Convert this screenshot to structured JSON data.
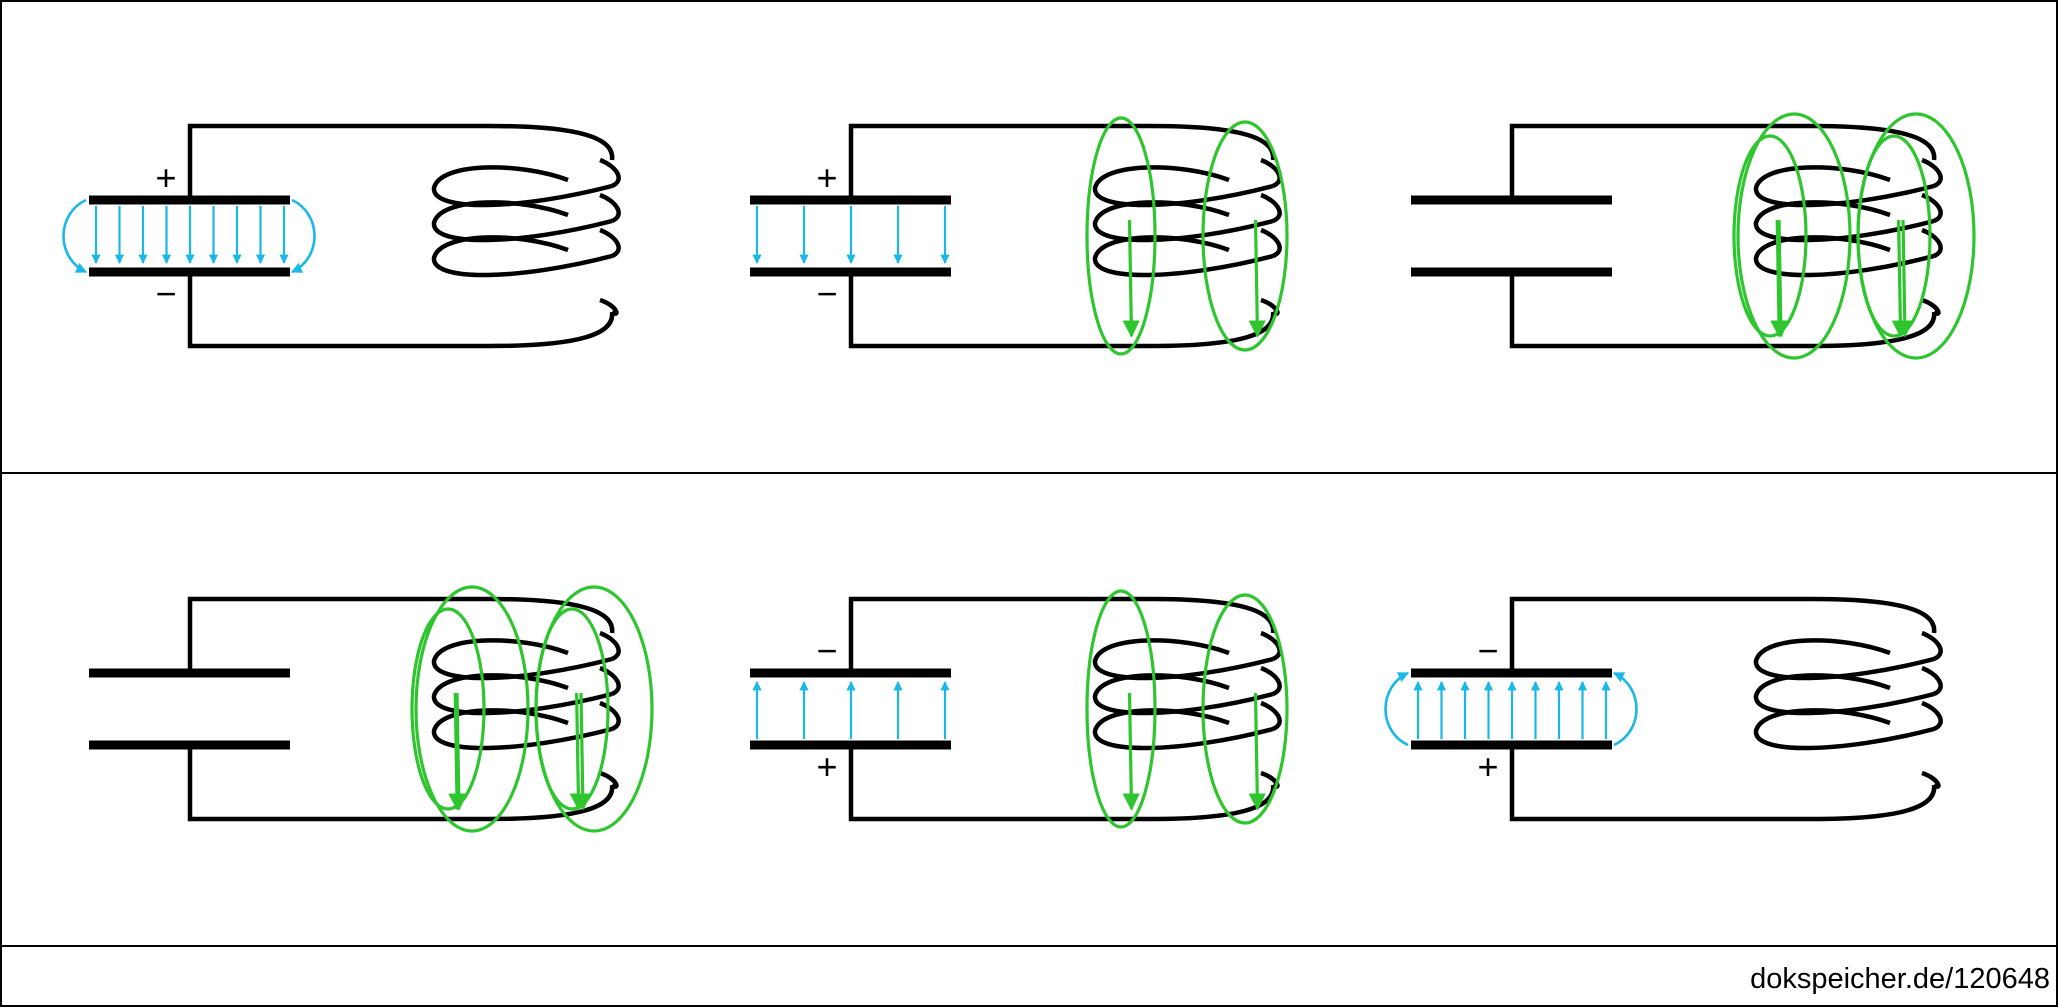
{
  "credit": "dokspeicher.de/120648",
  "colors": {
    "electric_field": "#1ab8e6",
    "magnetic_field": "#2ec52e",
    "circuit": "#000000"
  },
  "signs": {
    "plus": "+",
    "minus": "−"
  },
  "stages": [
    {
      "stage": 1,
      "top_plate": "+",
      "bottom_plate": "−",
      "electric_field": "down",
      "field_strength": "max",
      "magnetic_field": "none"
    },
    {
      "stage": 2,
      "top_plate": "+",
      "bottom_plate": "−",
      "electric_field": "down",
      "field_strength": "medium",
      "magnetic_field": "medium",
      "magnetic_direction": "down"
    },
    {
      "stage": 3,
      "top_plate": "",
      "bottom_plate": "",
      "electric_field": "none",
      "field_strength": "none",
      "magnetic_field": "max",
      "magnetic_direction": "down"
    },
    {
      "stage": 4,
      "top_plate": "",
      "bottom_plate": "",
      "electric_field": "none",
      "field_strength": "none",
      "magnetic_field": "max",
      "magnetic_direction": "down"
    },
    {
      "stage": 5,
      "top_plate": "−",
      "bottom_plate": "+",
      "electric_field": "up",
      "field_strength": "medium",
      "magnetic_field": "medium",
      "magnetic_direction": "down"
    },
    {
      "stage": 6,
      "top_plate": "−",
      "bottom_plate": "+",
      "electric_field": "up",
      "field_strength": "max",
      "magnetic_field": "none"
    }
  ]
}
